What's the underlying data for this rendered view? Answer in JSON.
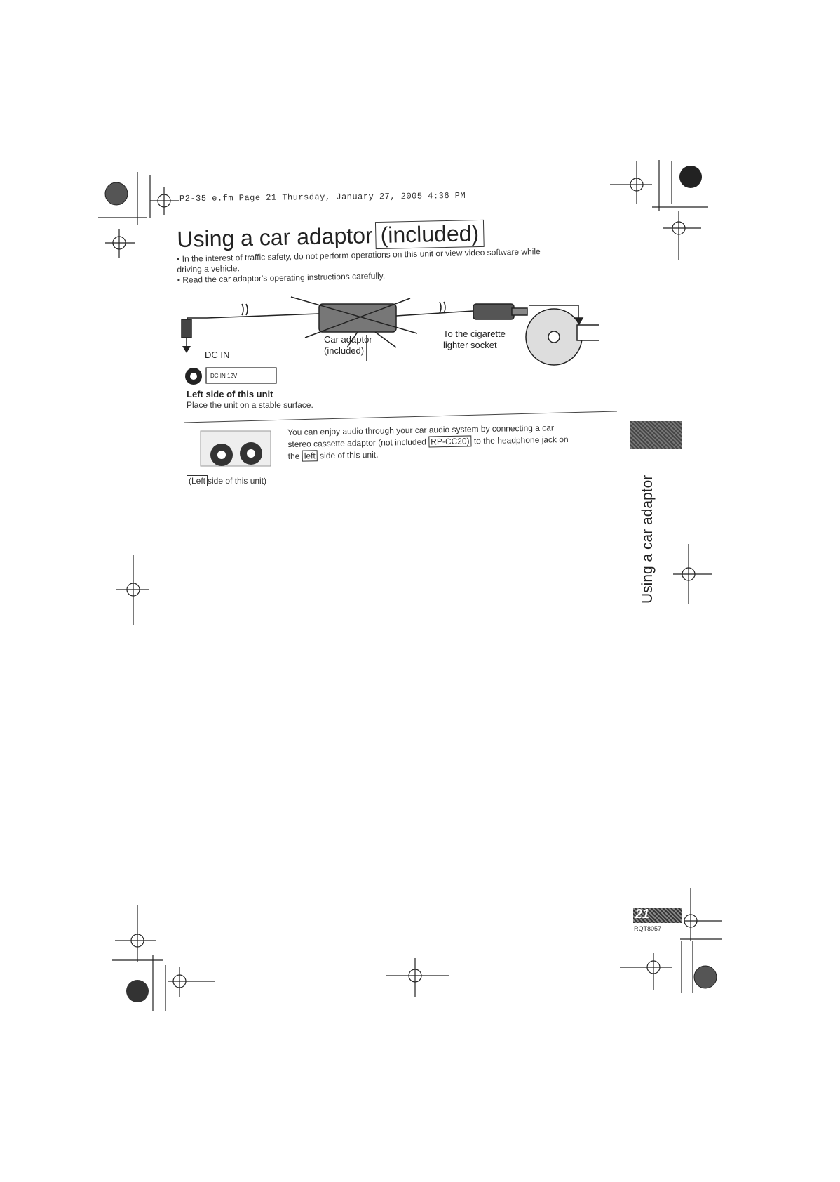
{
  "header": {
    "file_line": "P2-35 e.fm  Page 21  Thursday, January 27, 2005  4:36 PM"
  },
  "title": {
    "main": "Using a car adaptor",
    "boxed": "(included)"
  },
  "bullets": [
    "• In the interest of traffic safety, do not perform operations on this unit or view video software while",
    "   driving a vehicle.",
    "• Read the car adaptor's operating instructions carefully."
  ],
  "diagram": {
    "car_adaptor": "Car adaptor",
    "included": "(included)",
    "cigarette": "To the cigarette",
    "lighter": "lighter socket",
    "dc_in": "DC IN",
    "port_label": "DC IN 12V",
    "left_side": "Left side of this unit",
    "stable": "Place the unit on a stable surface."
  },
  "audio": {
    "line1": "You can enjoy audio through your car audio system by connecting a car",
    "line2a": "stereo cassette adaptor (not included",
    "line2b": "RP-CC20)",
    "line2c": "to the headphone jack on",
    "line3a": "the",
    "line3b": "left",
    "line3c": "side of this unit.",
    "caption_a": "(Left",
    "caption_b": "side of this unit)"
  },
  "side": {
    "title": "Using a car adaptor"
  },
  "footer": {
    "page": "21",
    "code": "RQT8057"
  }
}
